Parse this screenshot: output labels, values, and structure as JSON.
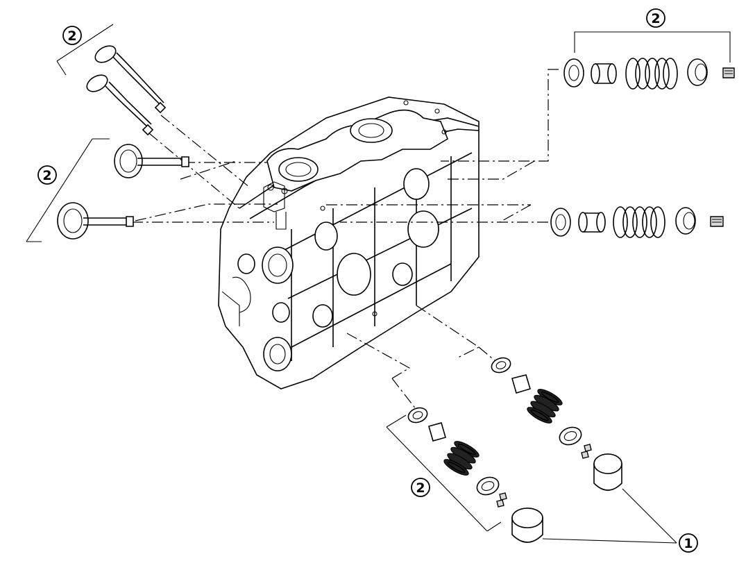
{
  "callouts": {
    "top_left": "2",
    "mid_left": "2",
    "top_right": "2",
    "bottom_center": "2",
    "bottom_right": "1"
  }
}
